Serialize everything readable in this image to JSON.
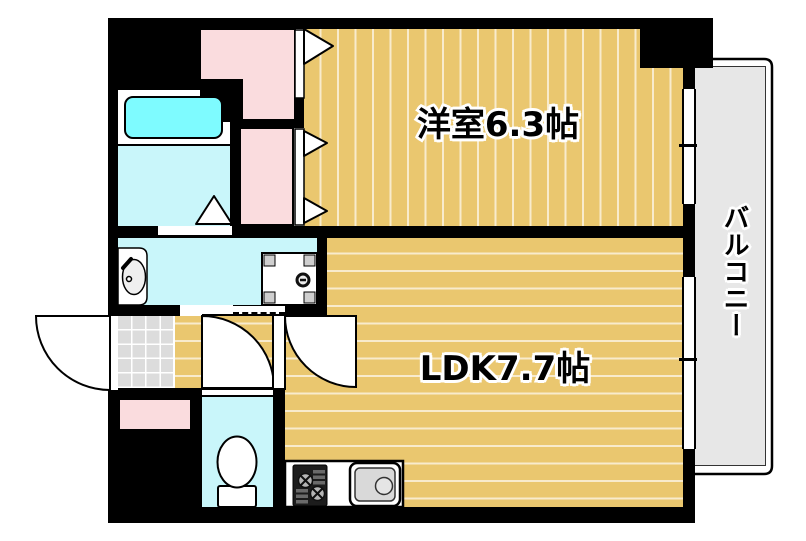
{
  "floorplan": {
    "title": "1LDK apartment floor plan",
    "rooms": [
      {
        "id": "yoshitsu",
        "name": "洋室",
        "size_jo": 6.3,
        "label": "洋室6.3帖"
      },
      {
        "id": "ldk",
        "name": "LDK",
        "size_jo": 7.7,
        "label": "LDK7.7帖"
      },
      {
        "id": "balcony",
        "name": "バルコニー",
        "label": "バルコニー"
      }
    ],
    "fixtures": [
      "bathtub",
      "bath-door",
      "wash-basin",
      "washing-machine-pan",
      "toilet",
      "gas-stove",
      "kitchen-sink",
      "kitchen-counter",
      "shoe-cabinet",
      "closet-upper",
      "closet-lower",
      "entrance-door",
      "toilet-door",
      "ldk-door",
      "genkan-tile",
      "sliding-window-1",
      "sliding-window-2",
      "balcony-railing"
    ],
    "colors": {
      "wall": "#000000",
      "wood_floor": "#EAC76F",
      "floor_stripe": "#FFFFFF",
      "closet_pink": "#FADCDE",
      "wet_area_cyan": "#C9F6FA",
      "bathtub_cyan": "#7EFBFF",
      "genkan_tile_gray": "#DCDCDC",
      "balcony_gray": "#E7E7E7"
    }
  }
}
